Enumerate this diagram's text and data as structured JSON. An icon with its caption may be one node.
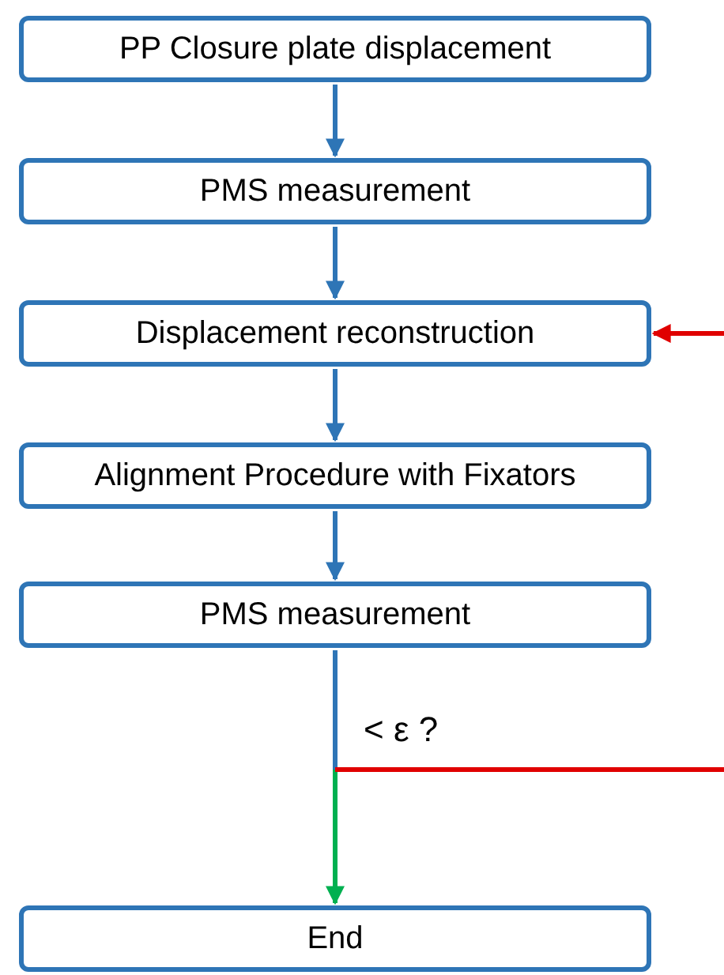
{
  "diagram": {
    "nodes": [
      {
        "text": [
          "PP Closure plate displacement"
        ]
      },
      {
        "text": [
          "PMS measurement"
        ]
      },
      {
        "text": [
          "Displacement reconstruction"
        ]
      },
      {
        "text": [
          "Alignment Procedure with Fixators"
        ]
      },
      {
        "text": [
          "PMS measurement"
        ]
      },
      {
        "text": [
          "End"
        ]
      }
    ],
    "edges": [
      {
        "from": 0,
        "to": 1,
        "arrow": "to"
      },
      {
        "from": 1,
        "to": 2,
        "arrow": "to"
      },
      {
        "from": 2,
        "to": 3,
        "arrow": "to"
      },
      {
        "from": 3,
        "to": 4,
        "arrow": "to"
      },
      {
        "from": 4,
        "to": 5,
        "arrow": "to",
        "label": "< ε ?",
        "color": "#00b050"
      },
      {
        "from": 4,
        "to": null,
        "arrow": "none",
        "color": "#e00000"
      },
      {
        "from": null,
        "to": 2,
        "arrow": "to",
        "color": "#e00000"
      }
    ]
  }
}
